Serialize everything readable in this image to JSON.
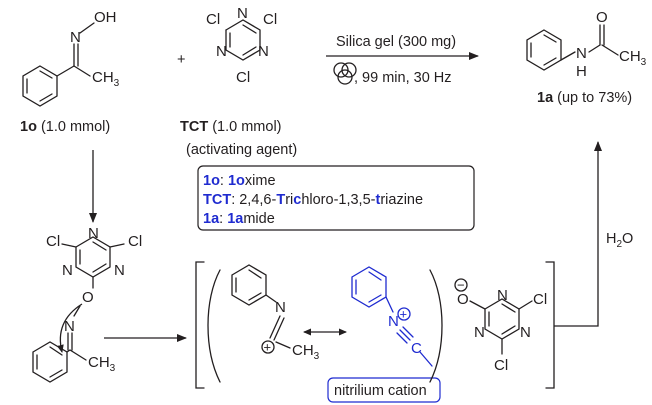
{
  "reactant_oxime": {
    "atoms": {
      "oh": "OH",
      "n": "N",
      "ch3": "CH",
      "ch3_sub": "3"
    },
    "label": {
      "id": "1o",
      "amount": " (1.0 mmol)"
    }
  },
  "plus_sign": "+",
  "reagent_tct": {
    "atoms": {
      "cl": "Cl",
      "n": "N"
    },
    "label": {
      "id": "TCT",
      "amount": " (1.0 mmol)"
    },
    "role": "(activating agent)"
  },
  "conditions": {
    "above": "Silica gel (300 mg)",
    "below": ", 99 min, 30 Hz"
  },
  "product": {
    "atoms": {
      "o": "O",
      "n": "N",
      "h": "H"
    },
    "label": {
      "id": "1a",
      "yield": " (up to 73%)"
    }
  },
  "legend": {
    "line1": {
      "a": "1o",
      "b": ": ",
      "c": "1o",
      "d": "xime"
    },
    "line2": {
      "a": "TCT",
      "b": ": 2,4,6-",
      "c": "T",
      "d": "ri",
      "e": "c",
      "f": "hloro-1,3,5-",
      "g": "t",
      "h": "riazine"
    },
    "line3": {
      "a": "1a",
      "b": ": ",
      "c": "1a",
      "d": "mide"
    }
  },
  "water": {
    "h": "H",
    "sub": "2",
    "o": "O"
  },
  "intermediate": {
    "atoms": {
      "cl": "Cl",
      "n": "N",
      "o": "O",
      "ch3": "CH",
      "sub": "3"
    }
  },
  "nitrilium": {
    "atoms": {
      "n": "N",
      "c": "C",
      "ch3": "CH",
      "sub": "3",
      "plus": "+",
      "minus": "−"
    },
    "label": "nitrilium cation"
  }
}
